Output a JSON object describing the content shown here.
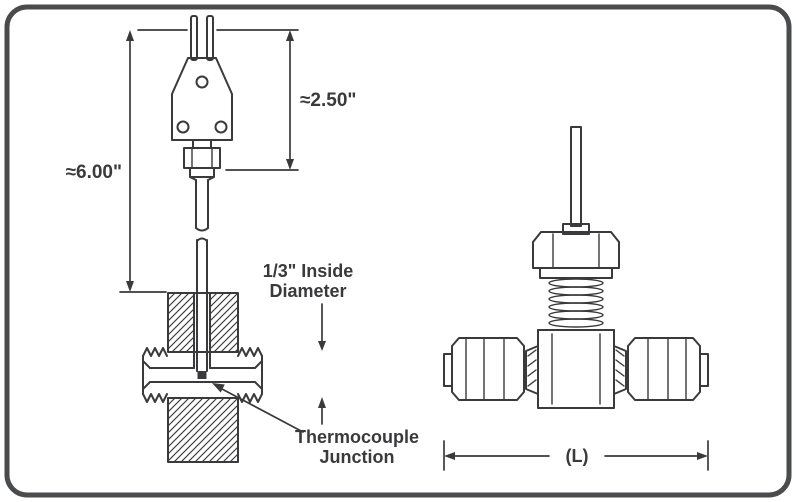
{
  "diagram": {
    "labels": {
      "overall_length": "≈6.00\"",
      "connector_length": "≈2.50\"",
      "inside_diameter": [
        "1/3\" Inside",
        "Diameter"
      ],
      "junction": [
        "Thermocouple",
        "Junction"
      ],
      "tee_length": "(L)"
    },
    "colors": {
      "line": "#3a3a3c",
      "border": "#4a4b4d",
      "background": "#ffffff"
    }
  }
}
